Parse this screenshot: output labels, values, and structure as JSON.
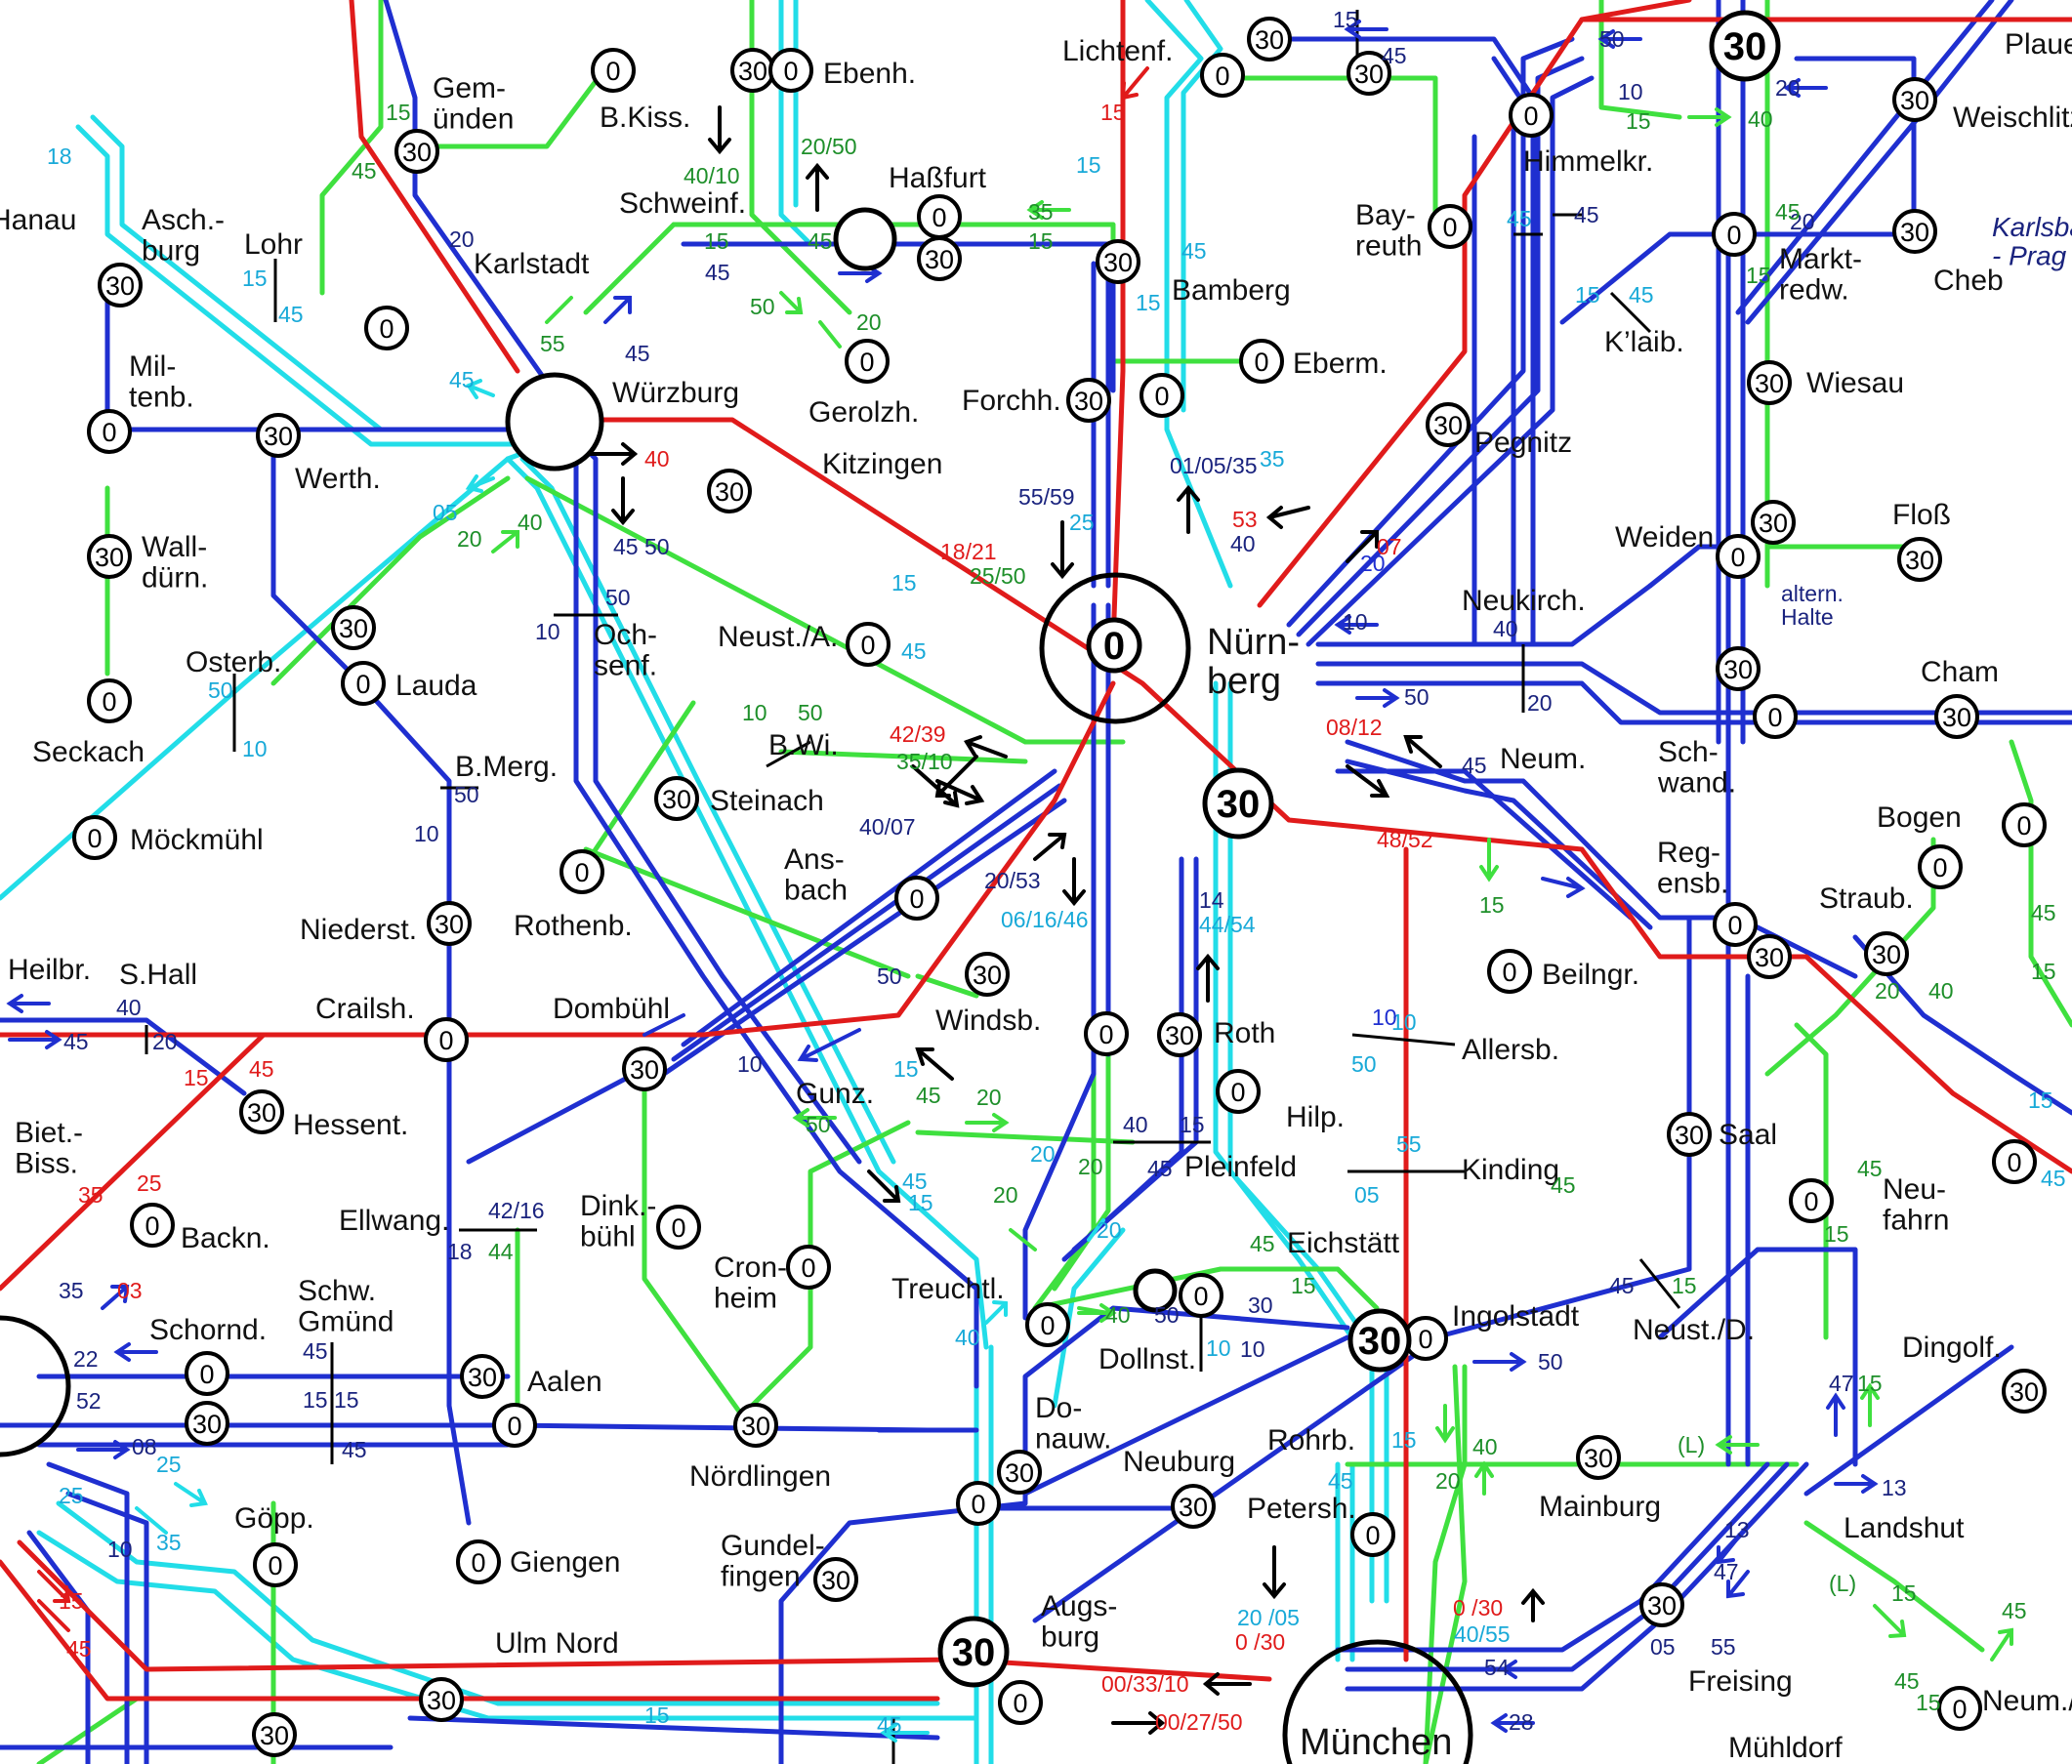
{
  "colors": {
    "red": "#e01b1b",
    "blue": "#1f2fd0",
    "cyan": "#22dde8",
    "green": "#3fe03f",
    "navy": "#1a237e",
    "black": "#000000"
  },
  "stations": {
    "hanau": "Hanau",
    "aschburg": "Asch.-\nburg",
    "lohr": "Lohr",
    "miltenb": "Mil-\ntenb.",
    "werth": "Werth.",
    "wallduern": "Wall-\ndürn.",
    "seckach": "Seckach",
    "gemuenden": "Gem-\nünden",
    "karlstadt": "Karlstadt",
    "bkiss": "B.Kiss.",
    "ebenh": "Ebenh.",
    "schweinf": "Schweinf.",
    "hassfurt": "Haßfurt",
    "gerolzh": "Gerolzh.",
    "wuerzburg": "Würzburg",
    "kitzingen": "Kitzingen",
    "lichtenf": "Lichtenf.",
    "bamberg": "Bamberg",
    "eberm": "Eberm.",
    "forchh": "Forchh.",
    "bayreuth": "Bay-\nreuth",
    "himmelkr": "Himmelkr.",
    "pegnitz": "Pegnitz",
    "klaib": "K’laib.",
    "marktredw": "Markt-\nredw.",
    "weischlitz": "Weischlitz",
    "plauen": "Plauen",
    "cheb": "Cheb",
    "karlsbad": "Karlsbad\n- Prag",
    "wiesau": "Wiesau",
    "weiden": "Weiden",
    "floss": "Floß",
    "alternhalte": "altern.\nHalte",
    "neukirch": "Neukirch.",
    "cham": "Cham",
    "schwand": "Sch-\nwand.",
    "nuernberg": "Nürn-\nberg",
    "neum": "Neum.",
    "beilngr": "Beilngr.",
    "regensb": "Reg-\nensb.",
    "bogen": "Bogen",
    "straub": "Straub.",
    "lauda": "Lauda",
    "osterb": "Osterb.",
    "mockmuehl": "Möckmühl",
    "ochsenf": "Och-\nsenf.",
    "neusta": "Neust./A.",
    "bwi": "B.Wi.",
    "steinach": "Steinach",
    "rothenb": "Rothenb.",
    "ansbach": "Ans-\nbach",
    "windsb": "Windsb.",
    "bmerg": "B.Merg.",
    "niederst": "Niederst.",
    "heilbr": "Heilbr.",
    "shall": "S.Hall",
    "crailsh": "Crailsh.",
    "dombuehl": "Dombühl",
    "hessent": "Hessent.",
    "bietbiss": "Biet.-\nBiss.",
    "backn": "Backn.",
    "ellwang": "Ellwang.",
    "dinkbuehl": "Dink.-\nbühl",
    "gunz": "Gunz.",
    "roth": "Roth",
    "hilp": "Hilp.",
    "allersb": "Allersb.",
    "kinding": "Kinding",
    "pleinfeld": "Pleinfeld",
    "saal": "Saal",
    "neufahrn": "Neu-\nfahrn",
    "schwgmuend": "Schw.\nGmünd",
    "schornd": "Schornd.",
    "aalen": "Aalen",
    "cronheim": "Cron-\nheim",
    "treuchtl": "Treuchtl.",
    "eichstaett": "Eichstätt",
    "dollnst": "Dollnst.",
    "ingolstadt": "Ingolstadt",
    "neustd": "Neust./D.",
    "dingolf": "Dingolf.",
    "noerdlingen": "Nördlingen",
    "donauw": "Do-\nnauw.",
    "neuburg": "Neuburg",
    "rohrb": "Rohrb.",
    "petersh": "Petersh.",
    "mainburg": "Mainburg",
    "landshut": "Landshut",
    "goepp": "Göpp.",
    "giengen": "Giengen",
    "gundelfingen": "Gundel-\nfingen",
    "ulmnord": "Ulm Nord",
    "augsburg": "Augs-\nburg",
    "freising": "Freising",
    "neuma": "Neum./",
    "muenchen": "München",
    "muehldorf": "Mühldorf"
  },
  "nodes": {
    "n0": "0",
    "n30": "30"
  },
  "times": {
    "t18": "18",
    "t15": "15",
    "t45": "45",
    "t20": "20",
    "t40": "40",
    "t55": "55",
    "t40_10": "40/10",
    "t20_50": "20/50",
    "t35": "35",
    "t50": "50",
    "t10": "10",
    "t45_50": "45 50",
    "t05": "05",
    "t25": "25",
    "t01_05_35": "01/05/35",
    "t53": "53",
    "t07": "07",
    "t55_59": "55/59",
    "t18_21": "18/21",
    "t25_50": "25/50",
    "t42_39": "42/39",
    "t35_10": "35/10",
    "t40_07": "40/07",
    "t20_53": "20/53",
    "t06_16_46": "06/16/46",
    "t14": "14",
    "t44_54": "44/54",
    "t08_12": "08/12",
    "t48_52": "48/52",
    "t42_16": "42/16",
    "t18b": "18",
    "t44": "44",
    "t03": "03",
    "t22": "22",
    "t52": "52",
    "t08": "08",
    "t15_15": "15 15",
    "t13": "13",
    "t47": "47",
    "tL": "(L)",
    "t0_30": "0 /30",
    "t40_55": "40/55",
    "t54": "54",
    "t28": "28",
    "t20_05": "20 /05",
    "t0_30b": "0  /30",
    "t00_33_10": "00/33/10",
    "t00_27_50": "00/27/50",
    "t05b": "05",
    "t50b": "50",
    "t30": "30"
  }
}
